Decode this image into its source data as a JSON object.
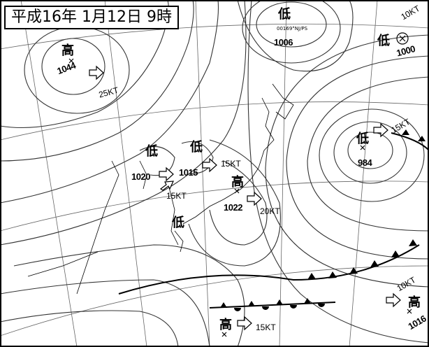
{
  "map": {
    "title": "平成16年  1月12日  9時",
    "pressure_systems": [
      {
        "type_label": "高",
        "kind": "high",
        "pressure": "1044"
      },
      {
        "type_label": "低",
        "kind": "low",
        "pressure": "1006",
        "note": "00169°NJ/PS"
      },
      {
        "type_label": "低",
        "kind": "low",
        "pressure": "1000"
      },
      {
        "type_label": "低",
        "kind": "low",
        "pressure": "984"
      },
      {
        "type_label": "低",
        "kind": "low",
        "pressure": "1020"
      },
      {
        "type_label": "低",
        "kind": "low",
        "pressure": "1015"
      },
      {
        "type_label": "高",
        "kind": "high",
        "pressure": "1022"
      },
      {
        "type_label": "低",
        "kind": "low",
        "pressure": ""
      },
      {
        "type_label": "高",
        "kind": "high",
        "pressure": "1016"
      },
      {
        "type_label": "高",
        "kind": "high",
        "pressure": ""
      }
    ],
    "wind_speeds": [
      "25KT",
      "15KT",
      "15KT",
      "20KT",
      "15KT",
      "10KT",
      "15KT",
      "10KT"
    ],
    "colors": {
      "isobar": "#333333",
      "grid": "#666666",
      "front": "#000000",
      "background": "#ffffff"
    },
    "icons": [
      "movement-arrow",
      "cold-front-triangle",
      "warm-front-semicircle",
      "center-cross"
    ]
  }
}
